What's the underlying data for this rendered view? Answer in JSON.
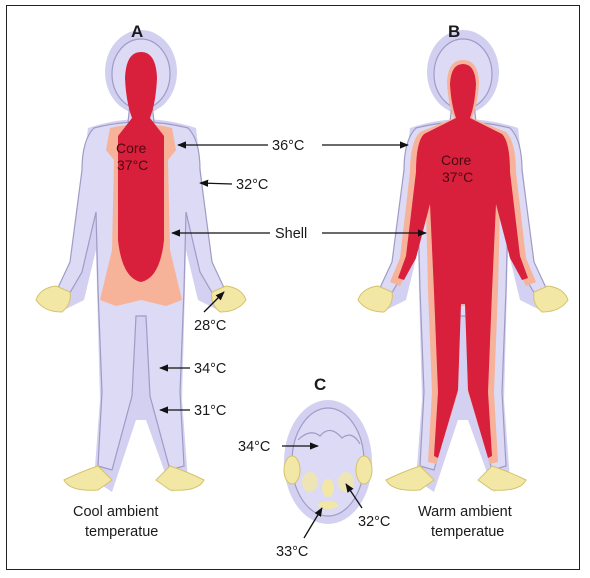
{
  "panels": {
    "a": "A",
    "b": "B",
    "c": "C"
  },
  "labels": {
    "core_a_line1": "Core",
    "core_a_line2": "37°C",
    "core_b_line1": "Core",
    "core_b_line2": "37°C",
    "temp_36": "36°C",
    "temp_32_body": "32°C",
    "shell": "Shell",
    "temp_28": "28°C",
    "temp_34_leg": "34°C",
    "temp_31": "31°C",
    "temp_34_head": "34°C",
    "temp_32_face": "32°C",
    "temp_33": "33°C"
  },
  "captions": {
    "cool_line1": "Cool ambient",
    "cool_line2": "temperatue",
    "warm_line1": "Warm ambient",
    "warm_line2": "temperatue"
  },
  "colors": {
    "shell": "#d9d7f3",
    "shell_outline": "#9f9bc4",
    "halo": "#c9c6ee",
    "core": "#d81f3c",
    "transition": "#f6b39a",
    "extremity": "#f3e7a6"
  }
}
